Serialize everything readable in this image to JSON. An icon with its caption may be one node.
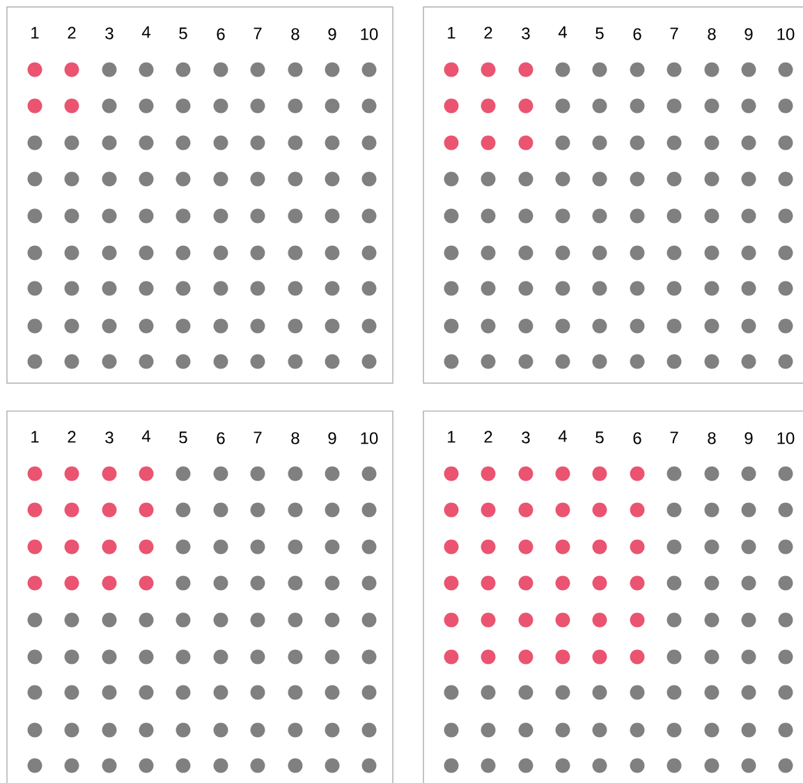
{
  "diagram": {
    "nodes": [
      {
        "text": [
          "1",
          "2",
          "3",
          "4",
          "5",
          "6",
          "7",
          "8",
          "9",
          "10"
        ]
      },
      {
        "text": [
          "1",
          "2",
          "3",
          "4",
          "5",
          "6",
          "7",
          "8",
          "9",
          "10"
        ]
      },
      {
        "text": [
          "1",
          "2",
          "3",
          "4",
          "5",
          "6",
          "7",
          "8",
          "9",
          "10"
        ]
      },
      {
        "text": [
          "1",
          "2",
          "3",
          "4",
          "5",
          "6",
          "7",
          "8",
          "9",
          "10"
        ]
      }
    ]
  }
}
